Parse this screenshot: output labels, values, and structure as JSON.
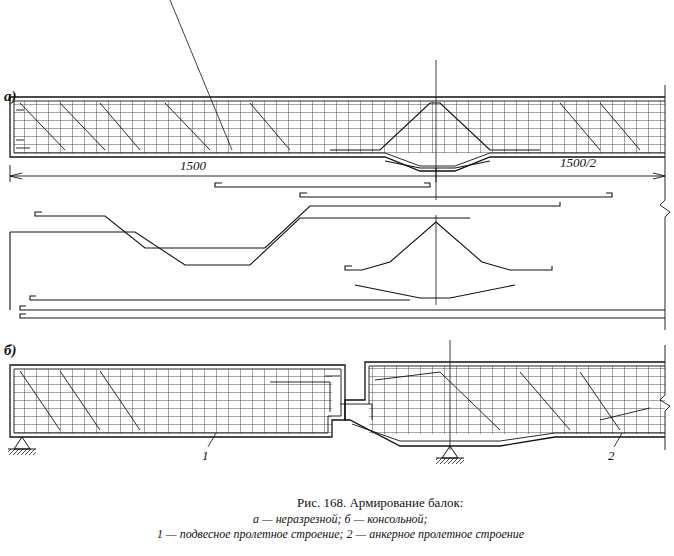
{
  "diagram": {
    "caption": "Рис. 168. Армирование балок:",
    "labels": [
      "а)",
      "1500",
      "1500/2",
      "б)",
      "1",
      "2",
      "а — неразрезной; б — консольной;",
      "1 — подвесное пролетное строение; 2 — анкерное пролетное строение"
    ]
  }
}
